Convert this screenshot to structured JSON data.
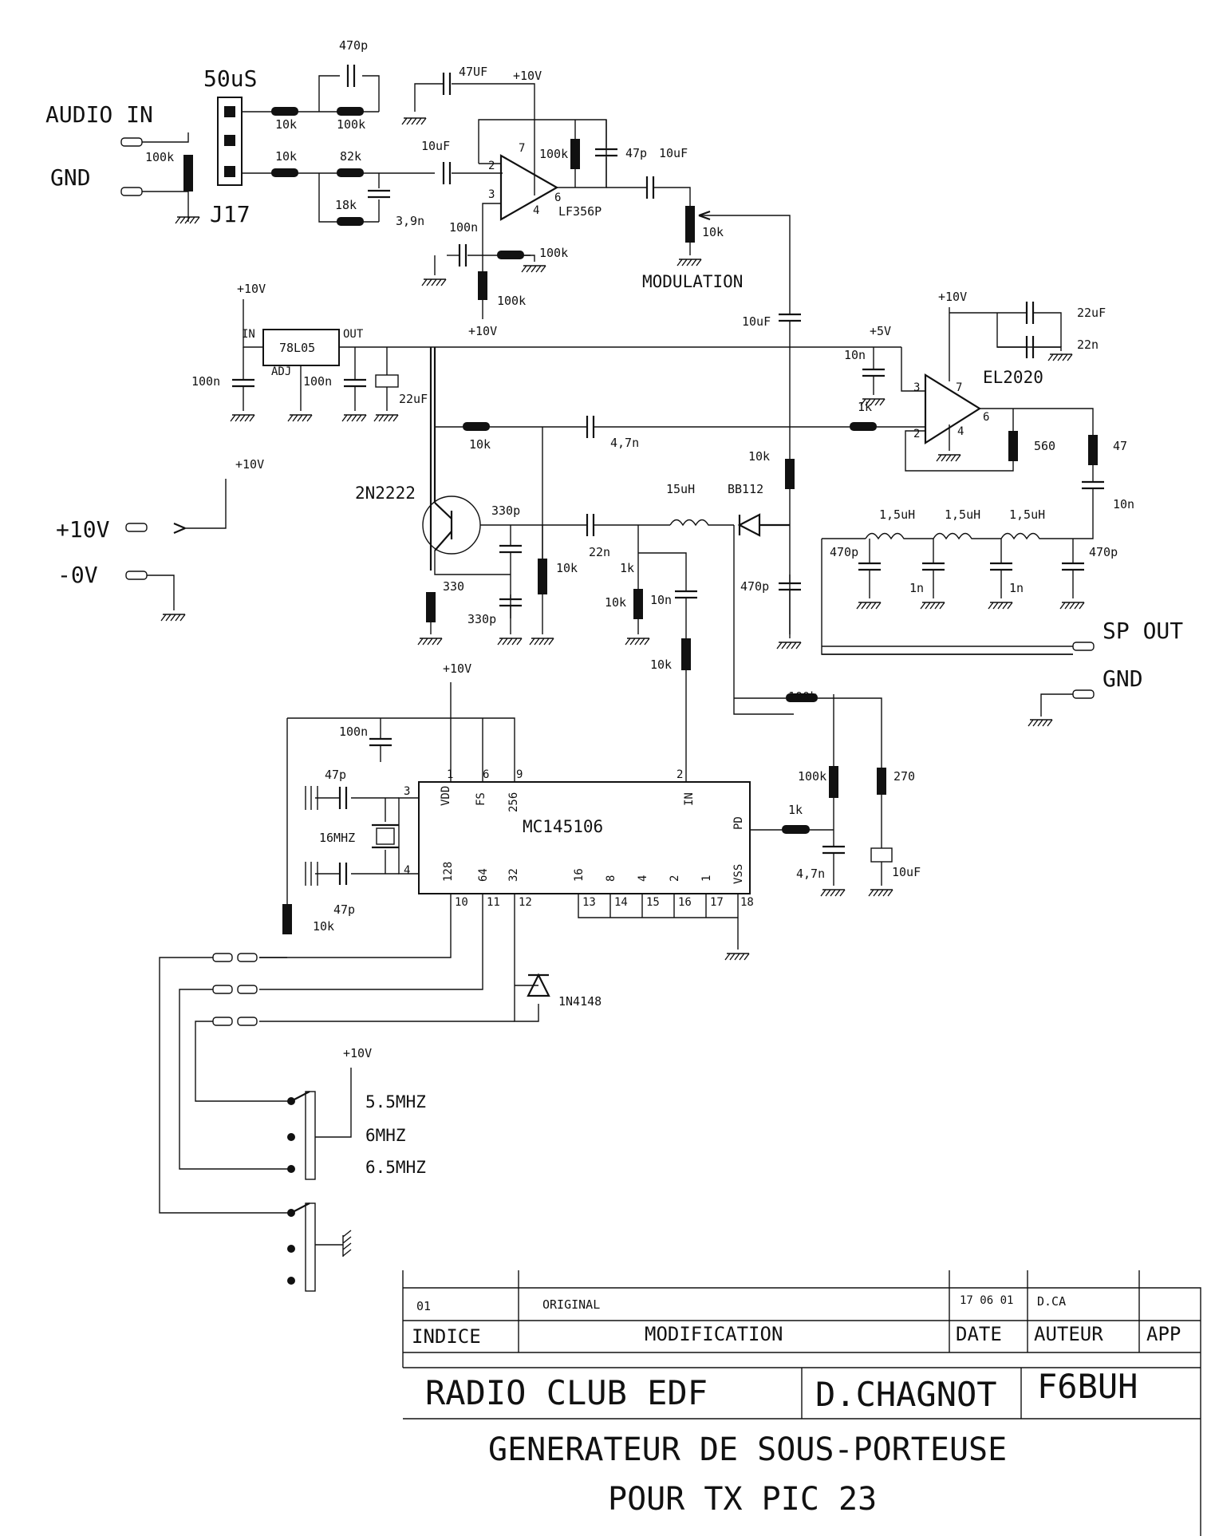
{
  "labels": {
    "audio_in": "AUDIO IN",
    "gnd_in": "GND",
    "tau": "50uS",
    "jumper": "J17",
    "c_470p_top": "470p",
    "r_10k_a": "10k",
    "r_100k_a": "100k",
    "r_10k_b": "10k",
    "r_82k": "82k",
    "r_18k": "18k",
    "c_3_9n": "3,9n",
    "r_100k_in": "100k",
    "c_47uf": "47UF",
    "plus10_opamp": "+10V",
    "c_10uf_in": "10uF",
    "r_100k_fb": "100k",
    "c_47p": "47p",
    "c_10uf_out": "10uF",
    "opamp1": "LF356P",
    "c_100n_bias": "100n",
    "r_100k_bias1": "100k",
    "r_100k_bias2": "100k",
    "plus10_bias": "+10V",
    "pot_10k": "10k",
    "modulation": "MODULATION",
    "plus10_reg": "+10V",
    "reg": "78L05",
    "reg_in": "IN",
    "reg_out": "OUT",
    "reg_adj": "ADJ",
    "c_100n_reg1": "100n",
    "c_100n_reg2": "100n",
    "c_22uf_reg": "22uF",
    "c_10uf_mod": "10uF",
    "plus5": "+5V",
    "c_10n_sup": "10n",
    "plus10_el": "+10V",
    "c_22uf_el": "22uF",
    "c_22n_el": "22n",
    "opamp2": "EL2020",
    "r_1k_el": "1k",
    "r_560": "560",
    "r_47": "47",
    "c_10n_out": "10n",
    "r_10k_osc": "10k",
    "c_4_7n": "4,7n",
    "r_10k_vcc": "10k",
    "l_15uh": "15uH",
    "varicap": "BB112",
    "plus10_src": "+10V",
    "transistor": "2N2222",
    "c_330p_1": "330p",
    "plus10_conn": "+10V",
    "minus0_conn": "-0V",
    "c_22n": "22n",
    "r_1k_tap": "1k",
    "r_10k_e": "10k",
    "r_10k_tap": "10k",
    "c_10n_tap": "10n",
    "c_470p_var": "470p",
    "r_330": "330",
    "c_330p_2": "330p",
    "r_10k_in": "10k",
    "l_1_5uh_a": "1,5uH",
    "l_1_5uh_b": "1,5uH",
    "l_1_5uh_c": "1,5uH",
    "c_470p_f1": "470p",
    "c_1n_a": "1n",
    "c_1n_b": "1n",
    "c_470p_f2": "470p",
    "sp_out": "SP OUT",
    "gnd_out": "GND",
    "plus10_pll": "+10V",
    "c_100n_pll": "100n",
    "c_47p_x1": "47p",
    "xtal": "16MHZ",
    "c_47p_x2": "47p",
    "r_10k_pu": "10k",
    "pll": "MC145106",
    "pin_vdd": "VDD",
    "pin_fs": "FS",
    "pin_256": "256",
    "pin_in": "IN",
    "pin_pd": "PD",
    "pin_128": "128",
    "pin_64": "64",
    "pin_32": "32",
    "pin_16": "16",
    "pin_8": "8",
    "pin_4": "4",
    "pin_2": "2",
    "pin_1": "1",
    "pin_vss": "VSS",
    "n1": "1",
    "n6": "6",
    "n9": "9",
    "n2": "2",
    "n3": "3",
    "n4": "4",
    "n10": "10",
    "n11": "11",
    "n12": "12",
    "n13": "13",
    "n14": "14",
    "n15": "15",
    "n16": "16",
    "n17": "17",
    "n18": "18",
    "r_100k_pd": "100k",
    "r_1k_pd": "1k",
    "r_100k_lf": "100k",
    "r_270": "270",
    "c_4_7n_lf": "4,7n",
    "c_10uf_lf": "10uF",
    "diode": "1N4148",
    "plus10_sw": "+10V",
    "f1": "5.5MHZ",
    "f2": "6MHZ",
    "f3": "6.5MHZ",
    "op1_pin2": "2",
    "op1_pin3": "3",
    "op1_pin7": "7",
    "op1_pin4": "4",
    "op1_pin6": "6",
    "op2_pin3": "3",
    "op2_pin2": "2",
    "op2_pin7": "7",
    "op2_pin4": "4",
    "op2_pin6": "6"
  },
  "title_block": {
    "indice_value": "01",
    "modification_value": "ORIGINAL",
    "date_value": "17 06 01",
    "auteur_value": "D.CA",
    "hdr_indice": "INDICE",
    "hdr_modification": "MODIFICATION",
    "hdr_date": "DATE",
    "hdr_auteur": "AUTEUR",
    "hdr_app": "APP",
    "club": "RADIO CLUB EDF",
    "author": "D.CHAGNOT",
    "callsign": "F6BUH",
    "title_line1": "GENERATEUR DE SOUS-PORTEUSE",
    "title_line2": "POUR TX PIC 23"
  }
}
